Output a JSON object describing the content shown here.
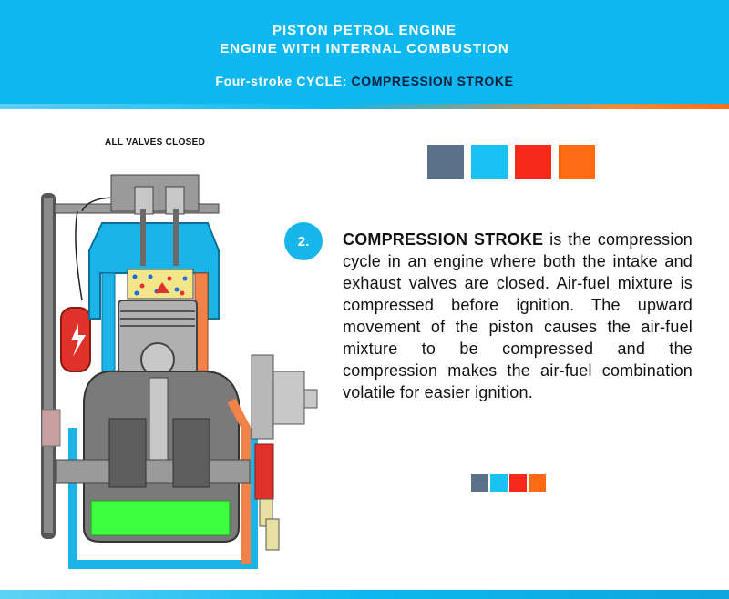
{
  "header": {
    "line1": "PISTON PETROL ENGINE",
    "line2": "ENGINE WITH INTERNAL COMBUSTION",
    "cycle_prefix": "Four-stroke CYCLE:",
    "cycle_name": "COMPRESSION STROKE"
  },
  "diagram": {
    "valves_label": "ALL VALVES CLOSED"
  },
  "step": {
    "number": "2.",
    "lead": "COMPRESSION STROKE",
    "text": " is the compression cycle in an engine where both the intake and exhaust valves are closed. Air-fuel mixture is compressed before ignition. The upward movement of the piston causes the air-fuel mixture to be compressed and the compression makes the air-fuel combination volatile for easier ignition."
  },
  "colors": {
    "header_blue": "#0cb8ef",
    "swatches": [
      "#5b7189",
      "#19c2f2",
      "#f72a1a",
      "#ff6a13"
    ],
    "coolant_blue": "#1ab4e8",
    "hot_orange": "#f0824a",
    "oil_green": "#3eff3e",
    "piston_gray": "#a8a8a8"
  }
}
